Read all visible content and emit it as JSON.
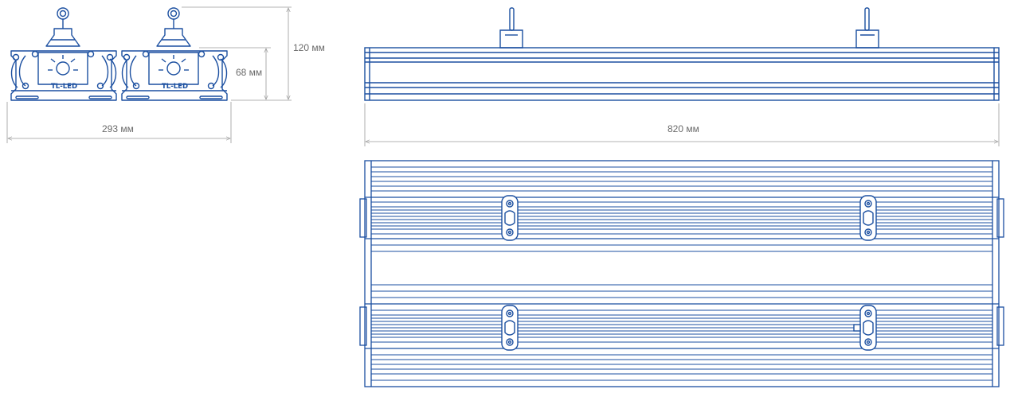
{
  "dimensions": {
    "height_total": "120 мм",
    "height_body": "68 мм",
    "width": "293 мм",
    "length": "820 мм"
  },
  "logo_text": "TL-LED",
  "colors": {
    "line": "#1b4fa0",
    "dimension": "#9a9a9a",
    "text": "#6a6a6a",
    "background": "#ffffff"
  }
}
